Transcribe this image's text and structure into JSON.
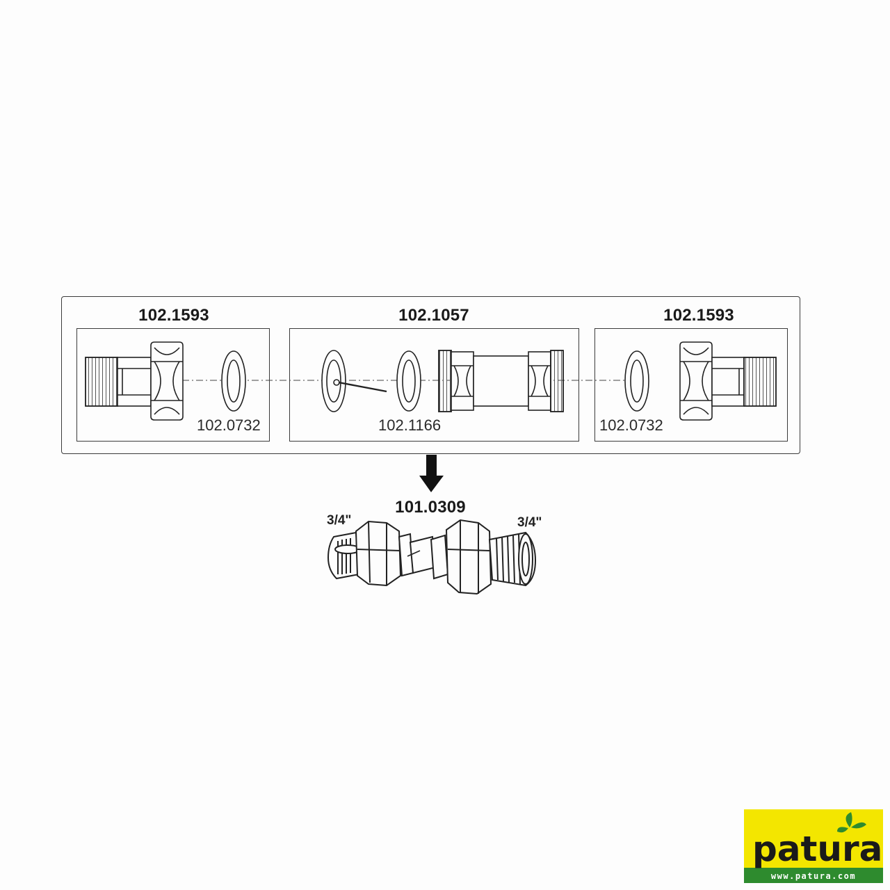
{
  "diagram": {
    "groups": [
      {
        "id": "left",
        "title": "102.1593",
        "part": "102.0732"
      },
      {
        "id": "middle",
        "title": "102.1057",
        "part": "102.1166"
      },
      {
        "id": "right",
        "title": "102.1593",
        "part": "102.0732"
      }
    ],
    "assembly": {
      "title": "101.0309",
      "left_size": "3/4\"",
      "right_size": "3/4\""
    }
  },
  "brand": {
    "name": "patura",
    "url": "www.patura.com",
    "colors": {
      "yellow": "#f3e600",
      "green": "#2e8b2e",
      "text": "#1a1a1a"
    }
  }
}
